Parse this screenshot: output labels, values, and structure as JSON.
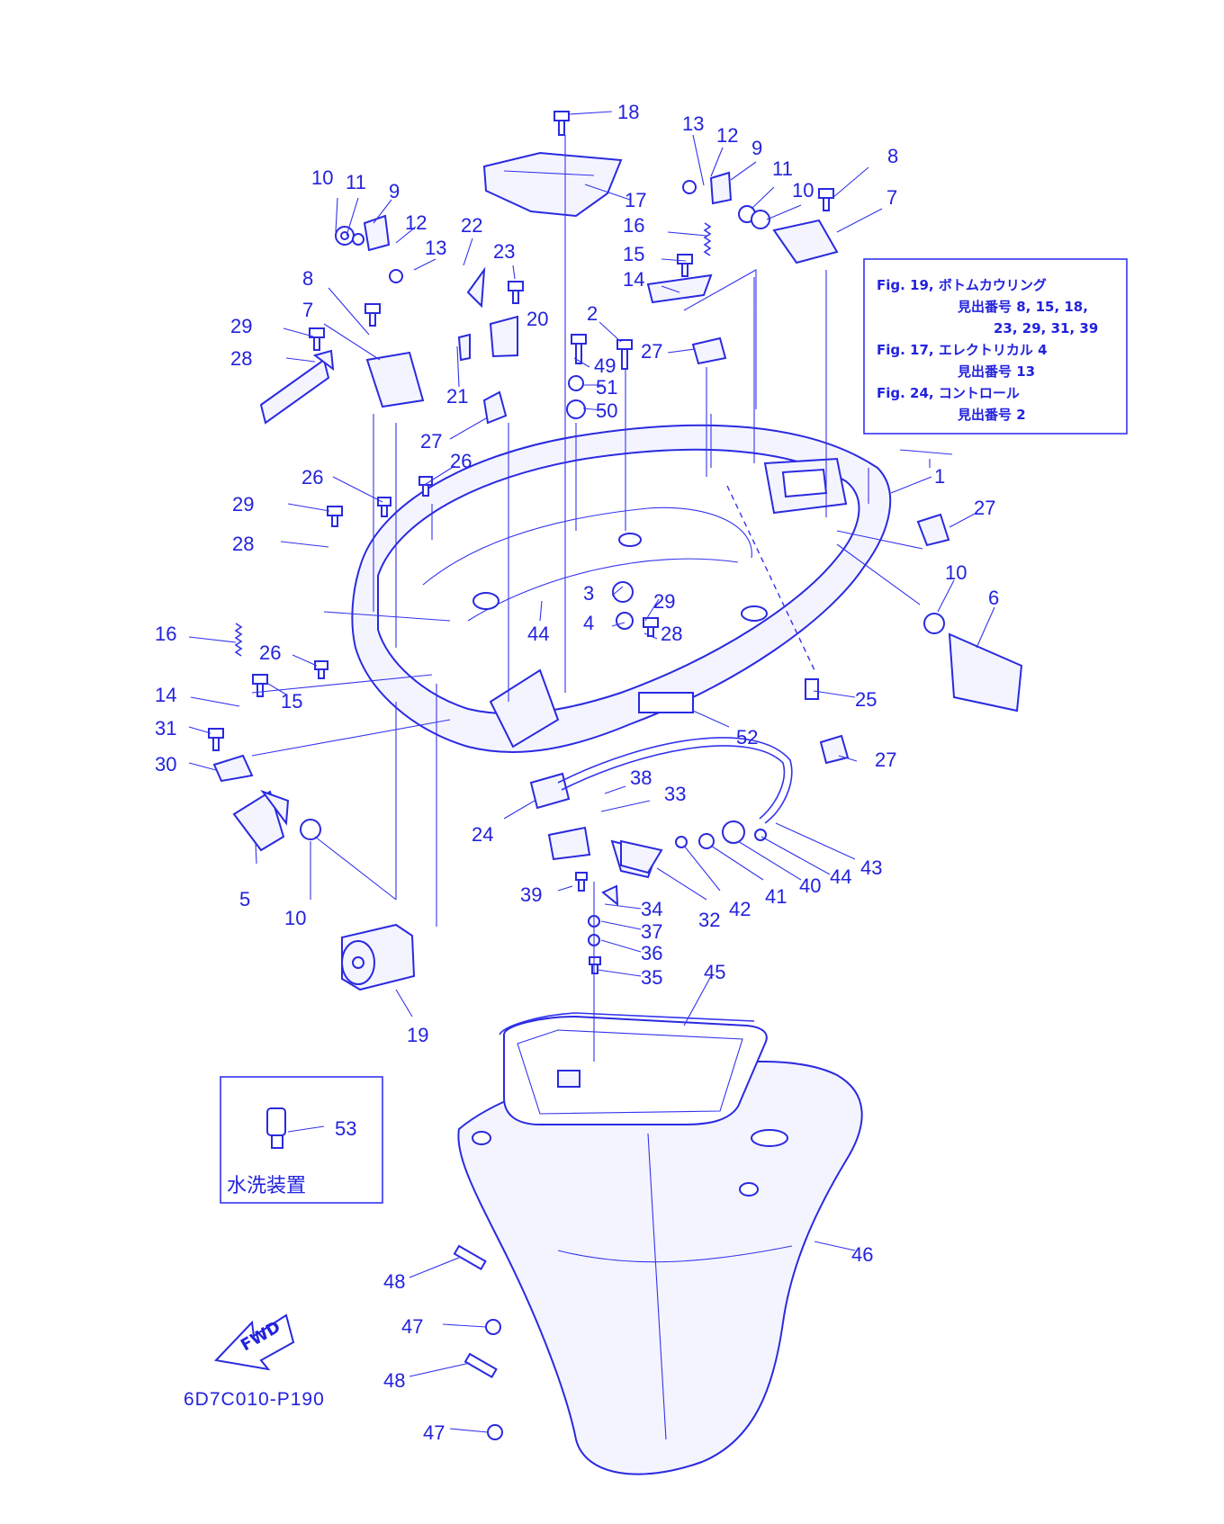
{
  "diagram_code": "6D7C010-P190",
  "fwd_label": "FWD",
  "inset_caption": "水洗装置",
  "reference_notes": [
    {
      "fig": "Fig. 19,",
      "title": "ボトムカウリング",
      "refs_label": "見出番号 8, 15, 18,",
      "refs_cont": "23, 29, 31, 39"
    },
    {
      "fig": "Fig. 17,",
      "title": "エレクトリカル 4",
      "refs_label": "見出番号 13",
      "refs_cont": ""
    },
    {
      "fig": "Fig. 24,",
      "title": "コントロール",
      "refs_label": "見出番号 2",
      "refs_cont": ""
    }
  ],
  "callouts": {
    "c18": "18",
    "c17": "17",
    "c13a": "13",
    "c12a": "12",
    "c9a": "9",
    "c11a": "11",
    "c10a": "10",
    "c8a": "8",
    "c7a": "7",
    "c16a": "16",
    "c15a": "15",
    "c14a": "14",
    "c10b": "10",
    "c11b": "11",
    "c9b": "9",
    "c12b": "12",
    "c13b": "13",
    "c22": "22",
    "c23": "23",
    "c8b": "8",
    "c20": "20",
    "c7b": "7",
    "c29a": "29",
    "c28a": "28",
    "c2": "2",
    "c49": "49",
    "c51": "51",
    "c50": "50",
    "c27a": "27",
    "c21": "21",
    "c27b": "27",
    "c26a": "26",
    "c26b": "26",
    "c1": "1",
    "c27c": "27",
    "c29b": "29",
    "c28b": "28",
    "c10c": "10",
    "c6": "6",
    "c3": "3",
    "c4": "4",
    "c44a": "44",
    "c29c": "29",
    "c28c": "28",
    "c16b": "16",
    "c26c": "26",
    "c15b": "15",
    "c14b": "14",
    "c31": "31",
    "c30": "30",
    "c25": "25",
    "c52": "52",
    "c27d": "27",
    "c38": "38",
    "c33": "33",
    "c24": "24",
    "c5": "5",
    "c10d": "10",
    "c39": "39",
    "c34": "34",
    "c37": "37",
    "c36": "36",
    "c35": "35",
    "c32": "32",
    "c42": "42",
    "c41": "41",
    "c40": "40",
    "c44b": "44",
    "c43": "43",
    "c19": "19",
    "c45": "45",
    "c53": "53",
    "c46": "46",
    "c48a": "48",
    "c47a": "47",
    "c48b": "48",
    "c47b": "47"
  },
  "colors": {
    "ink": "#2222dd",
    "line": "#3333ee",
    "fill": "#f4f4ff",
    "background": "#ffffff"
  }
}
